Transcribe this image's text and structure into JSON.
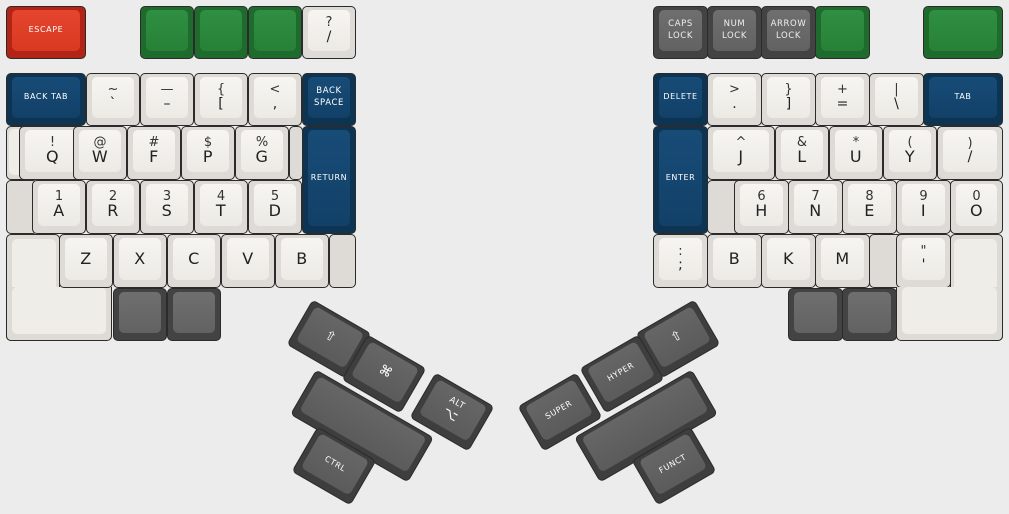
{
  "colors": {
    "background": "#ececec",
    "alpha": "#f2f1ed",
    "green": "#2f8f42",
    "red": "#e5452f",
    "blue": "#174c77",
    "gray": "#6a6a6a"
  },
  "left": {
    "escape": "ESCAPE",
    "question_shift": "?",
    "question_base": "/",
    "back_tab": "BACK TAB",
    "tilde_shift": "~",
    "tilde_base": "`",
    "dash_shift": "—",
    "dash_base": "–",
    "brace_shift": "{",
    "brace_base": "[",
    "lt_shift": "<",
    "lt_base": ",",
    "backspace_1": "BACK",
    "backspace_2": "SPACE",
    "q_shift": "!",
    "q": "Q",
    "w_shift": "@",
    "w": "W",
    "f_shift": "#",
    "f": "F",
    "p_shift": "$",
    "p": "P",
    "g_shift": "%",
    "g": "G",
    "return": "RETURN",
    "a_shift": "1",
    "a": "A",
    "r_shift": "2",
    "r": "R",
    "s_shift": "3",
    "s": "S",
    "t_shift": "4",
    "t": "T",
    "d_shift": "5",
    "d": "D",
    "z": "Z",
    "x": "X",
    "c": "C",
    "v": "V",
    "b": "B"
  },
  "right": {
    "caps_1": "CAPS",
    "caps_2": "LOCK",
    "num_1": "NUM",
    "num_2": "LOCK",
    "arrow_1": "ARROW",
    "arrow_2": "LOCK",
    "delete": "DELETE",
    "gt_shift": ">",
    "gt_base": ".",
    "rbrace_shift": "}",
    "rbrace_base": "]",
    "plus_shift": "+",
    "plus_base": "=",
    "pipe_shift": "|",
    "pipe_base": "\\",
    "tab": "TAB",
    "enter": "ENTER",
    "j_shift": "^",
    "j": "J",
    "l_shift": "&",
    "l": "L",
    "u_shift": "*",
    "u": "U",
    "y_shift": "(",
    "y": "Y",
    "slash_shift": ")",
    "slash_base": "/",
    "h_shift": "6",
    "h": "H",
    "n_shift": "7",
    "n": "N",
    "e_shift": "8",
    "e": "E",
    "i_shift": "9",
    "i": "I",
    "o_shift": "0",
    "o": "O",
    "semi_shift": ":",
    "semi_base": ";",
    "k_b": "B",
    "k_k": "K",
    "k_m": "M",
    "quote_shift": "\"",
    "quote_base": "'"
  },
  "thumbs": {
    "left_shift": "⇧",
    "cmd": "⌘",
    "alt_1": "ALT",
    "alt_2": "⌥",
    "ctrl": "CTRL",
    "super": "SUPER",
    "hyper": "HYPER",
    "right_shift": "⇧",
    "funct": "FUNCT"
  }
}
